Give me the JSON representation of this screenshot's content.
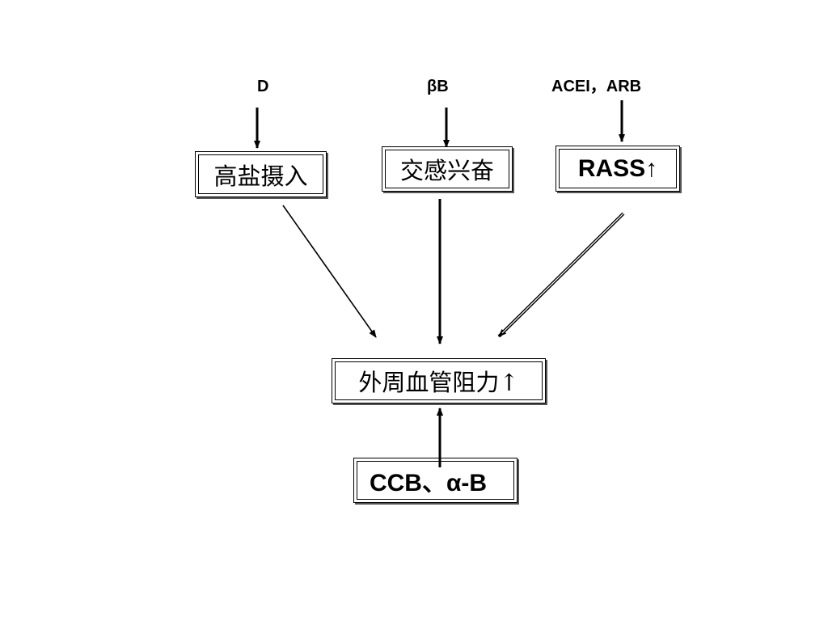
{
  "drugs": {
    "diuretic": "D",
    "beta_blocker": "βB",
    "acei_arb": "ACEI，ARB"
  },
  "causes": {
    "high_salt": "高盐摄入",
    "sympathetic": "交感兴奋",
    "rass": "RASS↑"
  },
  "result": "外周血管阻力↑",
  "bottom_drugs": "CCB、α-B"
}
